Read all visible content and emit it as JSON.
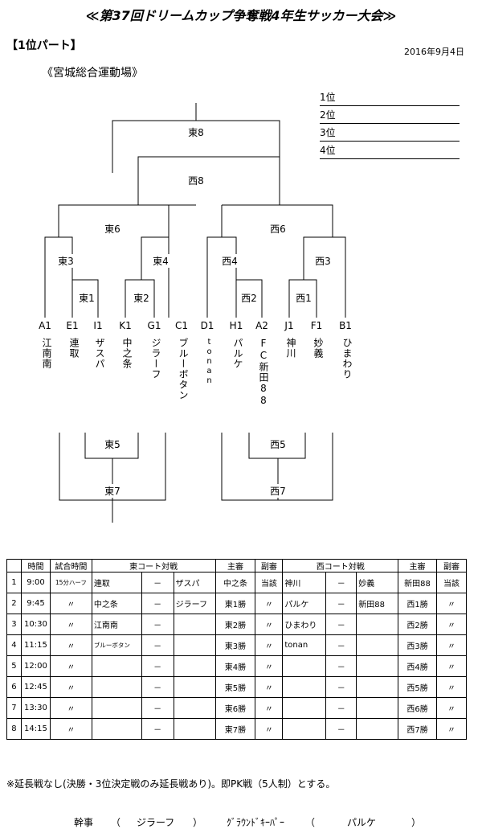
{
  "header": {
    "title": "≪第37回ドリームカップ争奪戦4年生サッカー大会≫",
    "section": "【1位パート】",
    "date": "2016年9月4日",
    "venue": "《宮城総合運動場》"
  },
  "ranking": [
    "1位",
    "2位",
    "3位",
    "4位"
  ],
  "bracket": {
    "final": "東8",
    "third_place": "西8",
    "semi_left": "東6",
    "semi_right": "西6",
    "qf": [
      "東3",
      "東4",
      "西4",
      "西3"
    ],
    "r1": [
      "東1",
      "東2",
      "西2",
      "西1"
    ],
    "lower_left": "東5",
    "lower_left_final": "東7",
    "lower_right": "西5",
    "lower_right_final": "西7"
  },
  "teams": [
    {
      "code": "A1",
      "name": "江南南"
    },
    {
      "code": "E1",
      "name": "連取"
    },
    {
      "code": "I1",
      "name": "ザスパ"
    },
    {
      "code": "K1",
      "name": "中之条"
    },
    {
      "code": "G1",
      "name": "ジラーフ"
    },
    {
      "code": "C1",
      "name": "ブルーボタン"
    },
    {
      "code": "D1",
      "name": "tonan"
    },
    {
      "code": "H1",
      "name": "パルケ"
    },
    {
      "code": "A2",
      "name": "FC新田88"
    },
    {
      "code": "J1",
      "name": "神川"
    },
    {
      "code": "F1",
      "name": "妙義"
    },
    {
      "code": "B1",
      "name": "ひまわり"
    }
  ],
  "schedule": {
    "headers": [
      "",
      "時間",
      "試合時間",
      "東コート対戦",
      "主審",
      "副審",
      "西コート対戦",
      "主審",
      "副審"
    ],
    "rows": [
      {
        "no": "1",
        "time": "9:00",
        "duration": "15分ハーフ",
        "e_home": "連取",
        "e_vs": "－",
        "e_away": "ザスパ",
        "e_ref": "中之条",
        "e_asst": "当該",
        "w_home": "神川",
        "w_vs": "－",
        "w_away": "妙義",
        "w_ref": "新田88",
        "w_asst": "当該"
      },
      {
        "no": "2",
        "time": "9:45",
        "duration": "〃",
        "e_home": "中之条",
        "e_vs": "－",
        "e_away": "ジラーフ",
        "e_ref": "東1勝",
        "e_asst": "〃",
        "w_home": "パルケ",
        "w_vs": "－",
        "w_away": "新田88",
        "w_ref": "西1勝",
        "w_asst": "〃"
      },
      {
        "no": "3",
        "time": "10:30",
        "duration": "〃",
        "e_home": "江南南",
        "e_vs": "－",
        "e_away": "",
        "e_ref": "東2勝",
        "e_asst": "〃",
        "w_home": "ひまわり",
        "w_vs": "－",
        "w_away": "",
        "w_ref": "西2勝",
        "w_asst": "〃"
      },
      {
        "no": "4",
        "time": "11:15",
        "duration": "〃",
        "e_home": "ブルーボタン",
        "e_vs": "－",
        "e_away": "",
        "e_ref": "東3勝",
        "e_asst": "〃",
        "w_home": "tonan",
        "w_vs": "－",
        "w_away": "",
        "w_ref": "西3勝",
        "w_asst": "〃"
      },
      {
        "no": "5",
        "time": "12:00",
        "duration": "〃",
        "e_home": "",
        "e_vs": "－",
        "e_away": "",
        "e_ref": "東4勝",
        "e_asst": "〃",
        "w_home": "",
        "w_vs": "－",
        "w_away": "",
        "w_ref": "西4勝",
        "w_asst": "〃"
      },
      {
        "no": "6",
        "time": "12:45",
        "duration": "〃",
        "e_home": "",
        "e_vs": "－",
        "e_away": "",
        "e_ref": "東5勝",
        "e_asst": "〃",
        "w_home": "",
        "w_vs": "－",
        "w_away": "",
        "w_ref": "西5勝",
        "w_asst": "〃"
      },
      {
        "no": "7",
        "time": "13:30",
        "duration": "〃",
        "e_home": "",
        "e_vs": "－",
        "e_away": "",
        "e_ref": "東6勝",
        "e_asst": "〃",
        "w_home": "",
        "w_vs": "－",
        "w_away": "",
        "w_ref": "西6勝",
        "w_asst": "〃"
      },
      {
        "no": "8",
        "time": "14:15",
        "duration": "〃",
        "e_home": "",
        "e_vs": "－",
        "e_away": "",
        "e_ref": "東7勝",
        "e_asst": "〃",
        "w_home": "",
        "w_vs": "－",
        "w_away": "",
        "w_ref": "西7勝",
        "w_asst": "〃"
      }
    ]
  },
  "note": "※延長戦なし(決勝・3位決定戦のみ延長戦あり)。即PK戦（5人制）とする。",
  "footer": {
    "organizer_label": "幹事",
    "organizer_open": "（",
    "organizer": "ジラーフ",
    "organizer_close": "）",
    "ground_label": "ｸﾞﾗｳﾝﾄﾞｷｰﾊﾟｰ",
    "ground_open": "（",
    "ground": "パルケ",
    "ground_close": "）"
  }
}
